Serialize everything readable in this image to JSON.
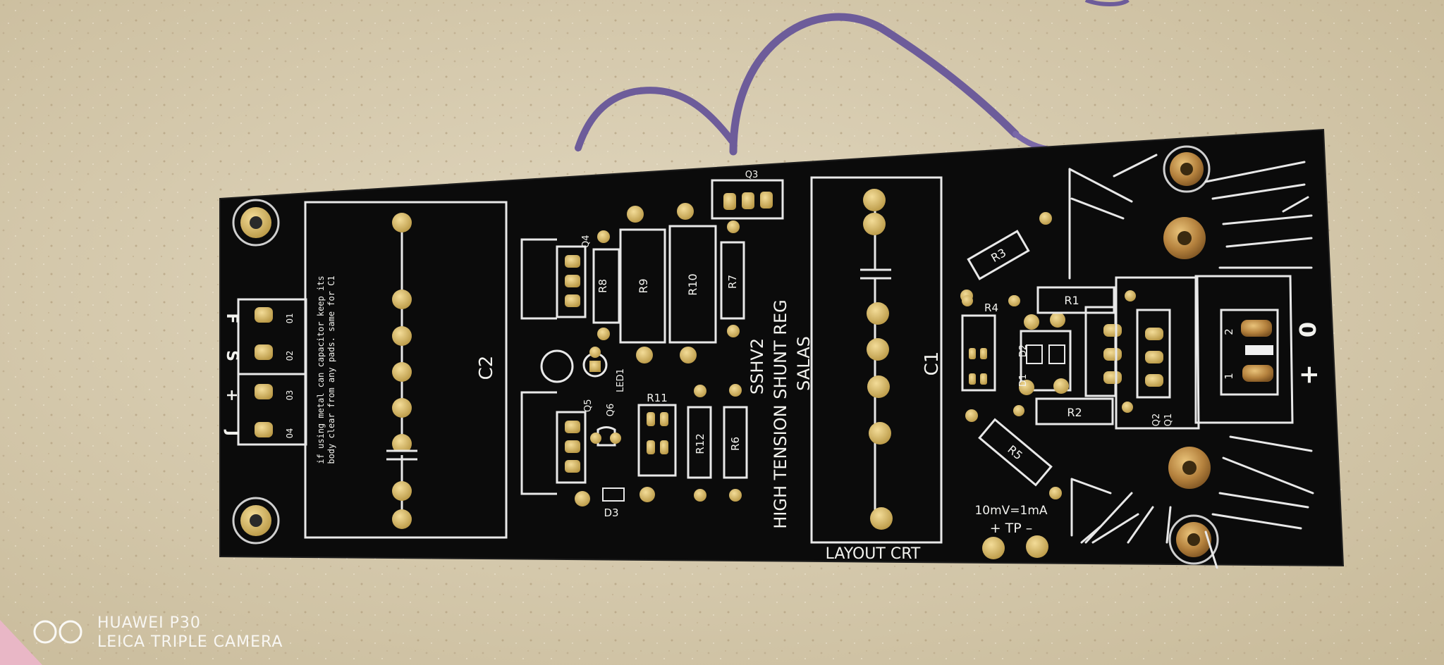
{
  "photo": {
    "subject": "black PCB",
    "background_color": "#d8cdb4",
    "board_color": "#0b0b0b",
    "silkscreen_color": "#f2f2ee",
    "pad_color": "#d8c07a"
  },
  "board": {
    "title_line1": "SSHV2",
    "title_line2": "HIGH TENSION SHUNT REG",
    "title_line3": "SALAS",
    "layout_label": "LAYOUT CRT",
    "capacitor_note_line1": "if using metal can capacitor keep its",
    "capacitor_note_line2": "body clear from any pads. same for C1",
    "test_point_scale": "10mV=1mA",
    "test_point_label": "+ TP –",
    "output_terminal": {
      "pin_labels": [
        "O1",
        "O2",
        "O3",
        "O4"
      ],
      "side_labels": [
        "F",
        "S",
        "+",
        "J"
      ]
    },
    "input_terminal": {
      "pin_labels": [
        "1",
        "2"
      ],
      "polarity_labels": [
        "+",
        "0"
      ]
    },
    "components": {
      "capacitors": [
        "C1",
        "C2"
      ],
      "resistors": [
        "R1",
        "R2",
        "R3",
        "R4",
        "R5",
        "R6",
        "R7",
        "R8",
        "R9",
        "R10",
        "R11",
        "R12"
      ],
      "transistors": [
        "Q1",
        "Q2",
        "Q3",
        "Q4",
        "Q5"
      ],
      "diodes": [
        "D1",
        "D2",
        "D3"
      ],
      "leds": [
        "LED1"
      ],
      "other": [
        "Q6"
      ]
    }
  },
  "watermark": {
    "line1": "HUAWEI P30",
    "line2": "LEICA TRIPLE CAMERA"
  }
}
